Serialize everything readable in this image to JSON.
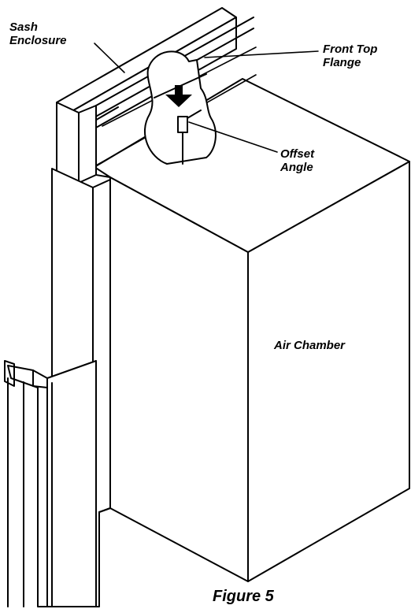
{
  "labels": {
    "sash_enclosure": "Sash\nEnclosure",
    "front_top_flange": "Front Top\nFlange",
    "offset_angle": "Offset\nAngle",
    "air_chamber": "Air Chamber"
  },
  "caption": "Figure 5",
  "icons": {
    "insertion_arrow": "down-arrow-icon"
  },
  "colors": {
    "stroke": "#000000",
    "background": "#ffffff"
  }
}
